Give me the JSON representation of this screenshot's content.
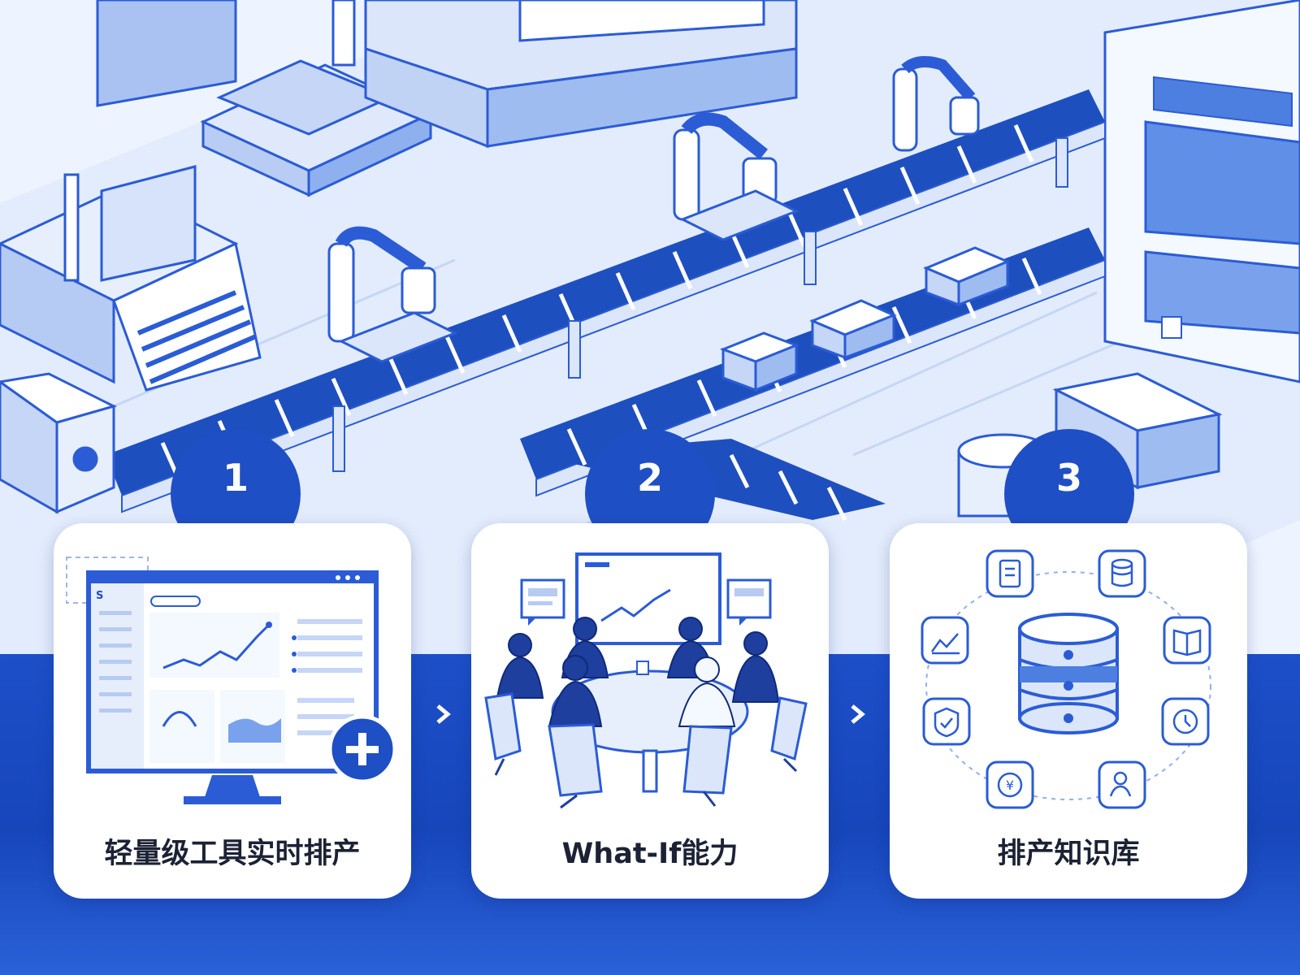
{
  "steps": [
    {
      "number": "1",
      "title": "轻量级工具实时排产",
      "app_logo": "S"
    },
    {
      "number": "2",
      "title": "What-If能力"
    },
    {
      "number": "3",
      "title": "排产知识库"
    }
  ],
  "icons": {
    "step1": [
      "monitor-dashboard-icon",
      "line-chart-icon",
      "plus-icon"
    ],
    "step2": [
      "meeting-team-icon",
      "presentation-board-icon",
      "chat-bubble-icon"
    ],
    "step3": [
      "database-icon",
      "document-icon",
      "line-chart-icon",
      "book-icon",
      "shield-check-icon",
      "clock-icon",
      "yen-icon",
      "user-icon"
    ]
  },
  "colors": {
    "primary": "#1f4fc4",
    "band": "#1d4fc9",
    "light": "#dbe6fb",
    "line": "#2b5cd6",
    "title_text": "#1c2235"
  }
}
